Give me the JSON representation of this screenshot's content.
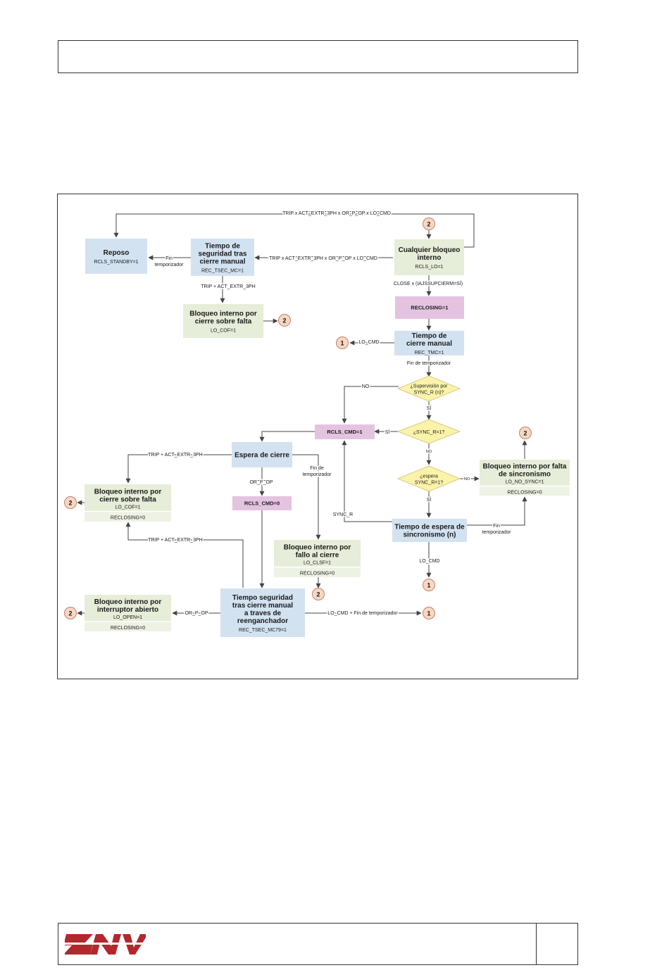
{
  "colors": {
    "blue_box": "#d3e2f0",
    "green_box": "#e6edd8",
    "green_sub": "#eef2e4",
    "pink_box": "#e4c3e0",
    "yellow_diamond": "#fbf3a9",
    "circle_fill": "#f6d7c3",
    "circle_stroke": "#c6806a",
    "line": "#444444",
    "logo_red": "#b1282f"
  },
  "icons": {
    "logo": "znv-logo"
  },
  "states": {
    "reposo": {
      "title": [
        "Reposo"
      ],
      "sub": "RCLS_STANDBY=1"
    },
    "tsec_mc": {
      "title": [
        "Tiempo de",
        "seguridad tras",
        "cierre manual"
      ],
      "sub": "REC_TSEC_MC=1"
    },
    "bloqueo_interno": {
      "title": [
        "Cualquier bloqueo",
        "interno"
      ],
      "sub": "RCLS_LO=1"
    },
    "bloqueo_cof_top": {
      "title": [
        "Bloqueo interno por",
        "cierre sobre falta"
      ],
      "sub": "LO_COF=1"
    },
    "reclosing1": {
      "title": [
        "RECLOSING=1"
      ]
    },
    "tmc": {
      "title": [
        "Tiempo de",
        "cierre manual"
      ],
      "sub": "REC_TMC=1"
    },
    "rcls_cmd1": {
      "title": [
        "RCLS_CMD=1"
      ]
    },
    "espera_cierre": {
      "title": [
        "Espera de cierre"
      ]
    },
    "rcls_cmd0": {
      "title": [
        "RCLS_CMD=0"
      ]
    },
    "bloqueo_cof_left": {
      "title": [
        "Bloqueo interno por",
        "cierre sobre falta"
      ],
      "sub": "LO_COF=1",
      "sub2": "RECLOSING=0"
    },
    "bloqueo_clsf": {
      "title": [
        "Bloqueo interno por",
        "fallo al cierre"
      ],
      "sub": "LO_CLSF=1",
      "sub2": "RECLOSING=0"
    },
    "bloqueo_open": {
      "title": [
        "Bloqueo interno por",
        "interruptor abierto"
      ],
      "sub": "LO_OPEN=1",
      "sub2": "RECLOSING=0"
    },
    "tsec_mc79": {
      "title": [
        "Tiempo seguridad",
        "tras cierre manual",
        "a traves de",
        "reenganchador"
      ],
      "sub": "REC_TSEC_MC79=1"
    },
    "espera_sync": {
      "title": [
        "Tiempo de espera de",
        "sincronismo (n)"
      ]
    },
    "bloqueo_nosync": {
      "title": [
        "Bloqueo interno por falta",
        "de sincronismo"
      ],
      "sub": "LO_NO_SYNC=1",
      "sub2": "RECLOSING=0"
    }
  },
  "decisions": {
    "supervision": [
      "¿Supervisión por",
      "SYNC_R (n)?"
    ],
    "sync_r1": [
      "¿SYNC_R=1?"
    ],
    "espera_sync": [
      "¿espera",
      "SYNC_R=1?"
    ]
  },
  "connectors": {
    "one": "1",
    "two": "2"
  },
  "labels": {
    "top_loop": "TRIP x ACT_EXTR_3PH x OR_P_OP x LO_CMD",
    "to_tsec": "TRIP x ACT_EXTR_3PH x OR_P_OP x LO_CMD",
    "fin_temp_reposo": [
      "Fin",
      "temporizador"
    ],
    "trip_act_top": "TRIP + ACT_EXTR_3PH",
    "close_cond": "CLOSE x (IAJSSUPCIERM=SÍ)",
    "lo_cmd_tmc": "LO_CMD",
    "fin_temp_tmc": "Fin de temporizador",
    "no_sup": "NO",
    "si_sup": "SÍ",
    "si_sync": "SÍ",
    "no_sync": "NO",
    "no_espera": "NO",
    "si_espera": "SÍ",
    "trip_act_left1": "TRIP + ACT_EXTR_3PH",
    "trip_act_left2": "TRIP + ACT_EXTR_3PH",
    "or_p_op_mid": "OR_P_OP",
    "fin_temp_clsf": [
      "Fin de",
      "temporizador"
    ],
    "sync_r": "SYNC_R",
    "fin_temp_sync": [
      "Fin",
      "temporizador"
    ],
    "lo_cmd_sync": "LO_CMD",
    "or_p_op_bottom": "OR_P_OP",
    "lo_cmd_fin": "LO_CMD + Fin de temporizador"
  }
}
